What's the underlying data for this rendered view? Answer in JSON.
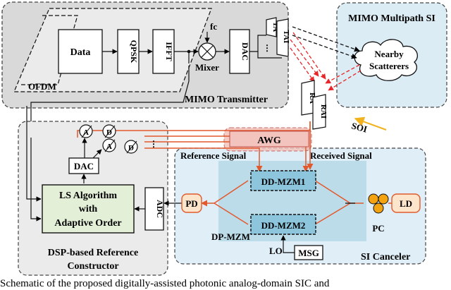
{
  "blocks": {
    "data": "Data",
    "qpsk": "QPSK",
    "ifft": "IFFT",
    "fc": "fc",
    "mixer": "Mixer",
    "dac_tx": "DAC",
    "ofdm": "OFDM",
    "mimo_tx": "MIMO Transmitter",
    "ta": "TA",
    "tai": "TAI",
    "mimo_multipath": "MIMO Multipath SI",
    "scatterers": "Nearby Scatterers",
    "ra": "RA",
    "rai": "RAI",
    "soi": "SOI",
    "awg": "AWG",
    "att_label": "A",
    "delay_label": "D",
    "dac_ref": "DAC",
    "ls_algorithm": "LS Algorithm with Adaptive Order",
    "adc": "ADC",
    "dsp_constructor": "DSP-based Reference Constructor",
    "reference_signal": "Reference Signal",
    "received_signal": "Received Signal",
    "pd": "PD",
    "dd_mzm1": "DD-MZM1",
    "dd_mzm2": "DD-MZM2",
    "dp_mzm": "DP-MZM",
    "lo": "LO",
    "msg": "MSG",
    "pc": "PC",
    "ld": "LD",
    "si_canceler": "SI Canceler"
  },
  "caption": "Schematic of the proposed digitally-assisted photonic analog-domain SIC and",
  "colors": {
    "signal_red": "#e2592c",
    "arrow_red": "#e8262a",
    "soi_arrow": "#f2b21e",
    "ls_fill": "#e3efd6",
    "canceler_fill": "#dfeef7",
    "mzm_fill": "#8cc5dc",
    "awg_fill": "#f3c4bd",
    "pc_fill": "#f3a30f",
    "mimo_fill": "#d9d9d9"
  }
}
